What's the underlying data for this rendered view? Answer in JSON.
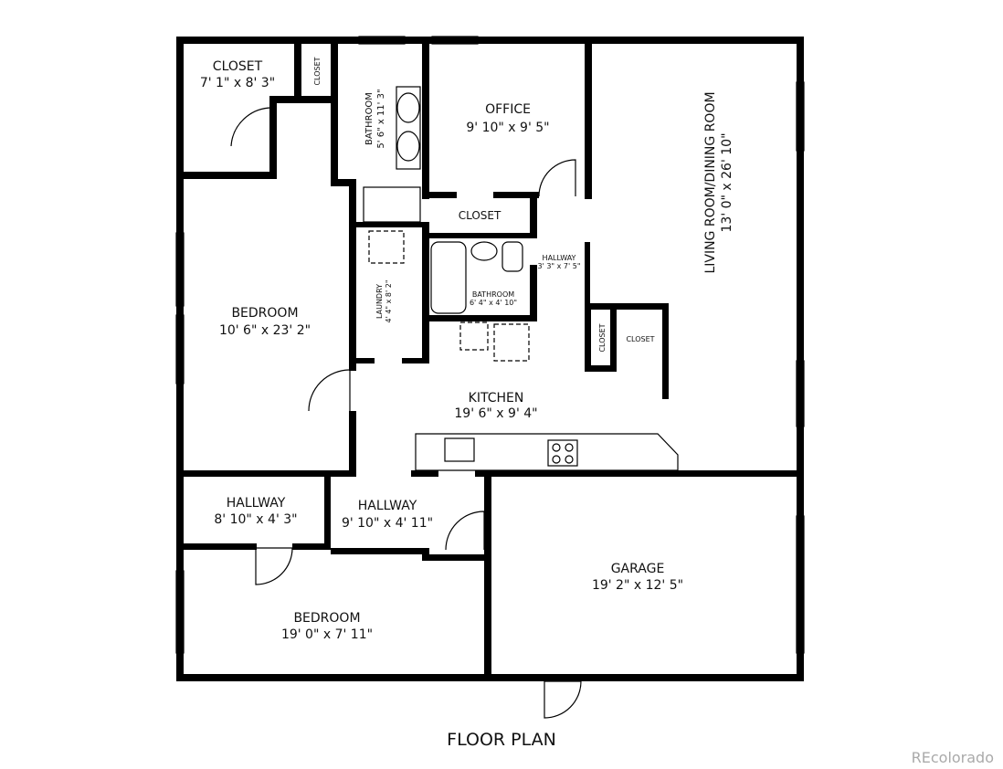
{
  "title": "FLOOR PLAN",
  "watermark": "REcolorado",
  "rooms": {
    "closet_nw": {
      "name": "CLOSET",
      "dims": "7' 1\" x 8' 3\""
    },
    "closet_small": {
      "name": "CLOSET"
    },
    "bathroom_main": {
      "name": "BATHROOM",
      "dims": "5' 6\" x 11' 3\""
    },
    "office": {
      "name": "OFFICE",
      "dims": "9' 10\" x 9' 5\""
    },
    "living": {
      "name": "LIVING ROOM/DINING ROOM",
      "dims": "13' 0\" x 26' 10\""
    },
    "closet_office": {
      "name": "CLOSET"
    },
    "hallway_small": {
      "name": "HALLWAY",
      "dims": "3' 3\" x 7' 5\""
    },
    "bathroom_small": {
      "name": "BATHROOM",
      "dims": "6' 4\" x 4' 10\""
    },
    "laundry": {
      "name": "LAUNDRY",
      "dims": "4' 4\" x 8' 2\""
    },
    "bedroom_west": {
      "name": "BEDROOM",
      "dims": "10' 6\" x 23' 2\""
    },
    "closet_living_a": {
      "name": "CLOSET"
    },
    "closet_living_b": {
      "name": "CLOSET"
    },
    "kitchen": {
      "name": "KITCHEN",
      "dims": "19' 6\" x 9' 4\""
    },
    "hallway_west": {
      "name": "HALLWAY",
      "dims": "8' 10\" x 4' 3\""
    },
    "hallway_center": {
      "name": "HALLWAY",
      "dims": "9' 10\" x 4' 11\""
    },
    "garage": {
      "name": "GARAGE",
      "dims": "19' 2\" x 12' 5\""
    },
    "bedroom_south": {
      "name": "BEDROOM",
      "dims": "19' 0\" x 7' 11\""
    }
  }
}
